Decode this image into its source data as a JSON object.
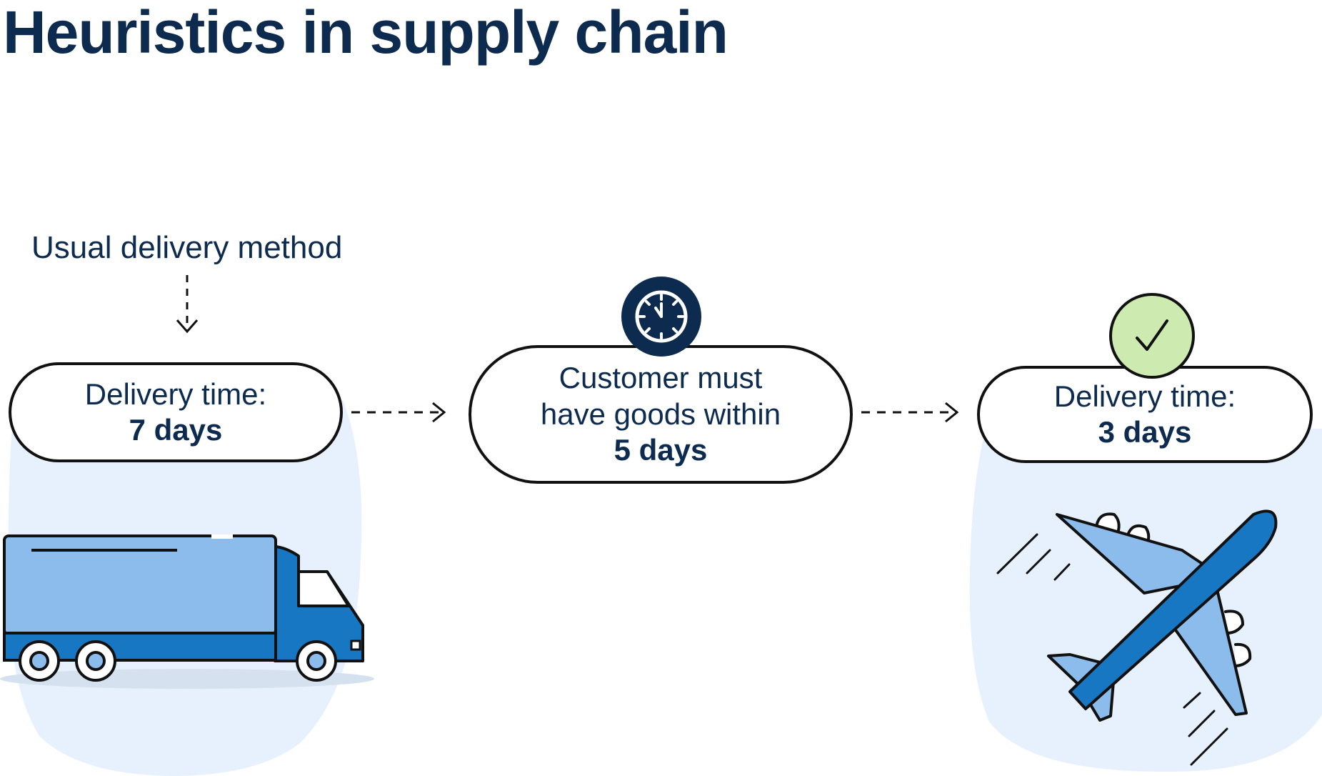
{
  "title": "Heuristics in supply chain",
  "usual_label": "Usual delivery method",
  "steps": [
    {
      "line1": "Delivery time:",
      "value": "7 days"
    },
    {
      "line1": "Customer must",
      "line2": "have goods within",
      "value": "5 days"
    },
    {
      "line1": "Delivery time:",
      "value": "3 days"
    }
  ],
  "colors": {
    "navy": "#0d2a4f",
    "blob": "#e6f1fd",
    "light_blue": "#8bbcec",
    "mid_blue": "#1877c2",
    "check_green": "#cdeab1"
  },
  "icons": [
    "clock-icon",
    "check-icon",
    "truck-icon",
    "airplane-icon"
  ]
}
